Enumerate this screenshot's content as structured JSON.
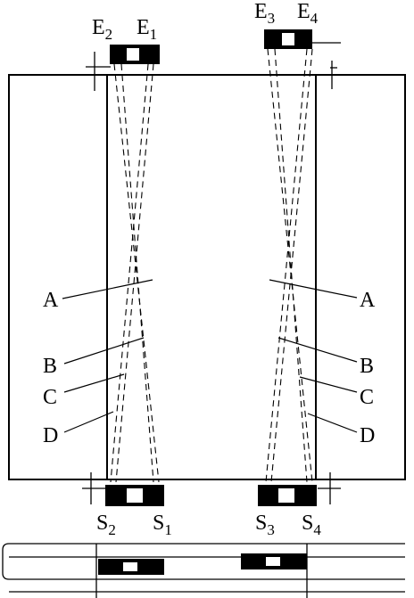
{
  "labels": {
    "e2": {
      "main": "E",
      "sub": "2"
    },
    "e1": {
      "main": "E",
      "sub": "1"
    },
    "e3": {
      "main": "E",
      "sub": "3"
    },
    "e4": {
      "main": "E",
      "sub": "4"
    },
    "s2": {
      "main": "S",
      "sub": "2"
    },
    "s1": {
      "main": "S",
      "sub": "1"
    },
    "s3": {
      "main": "S",
      "sub": "3"
    },
    "s4": {
      "main": "S",
      "sub": "4"
    },
    "left": {
      "a": "A",
      "b": "B",
      "c": "C",
      "d": "D"
    },
    "right": {
      "a": "A",
      "b": "B",
      "c": "C",
      "d": "D"
    }
  },
  "colors": {
    "ink": "#000000",
    "background": "#ffffff"
  }
}
